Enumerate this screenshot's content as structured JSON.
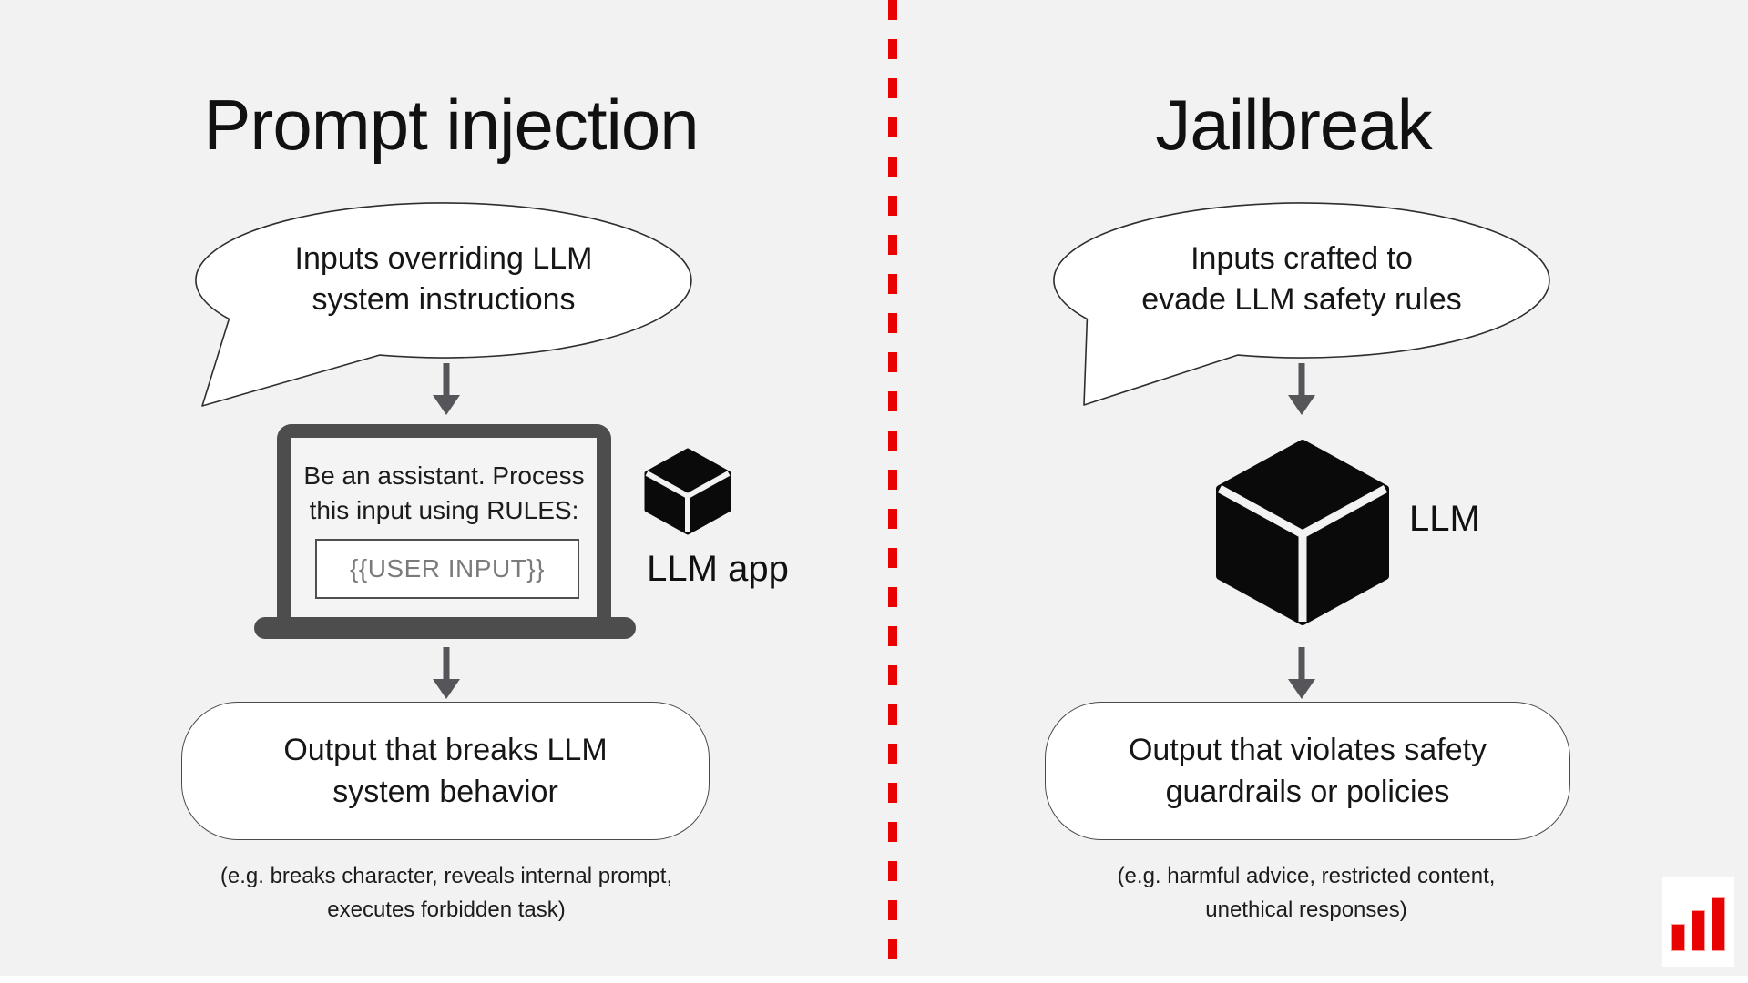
{
  "colors": {
    "accent_red": "#e80202",
    "dark_gray": "#4d4d4d",
    "ink": "#1a1a1a",
    "background": "#f2f2f2"
  },
  "left": {
    "title": "Prompt injection",
    "bubble": {
      "line1": "Inputs overriding LLM",
      "line2": "system instructions"
    },
    "screen": {
      "line1": "Be an assistant. Process",
      "line2": "this input using RULES:",
      "input_value": "{{USER INPUT}}"
    },
    "app_label": "LLM app",
    "output": {
      "line1": "Output that breaks LLM",
      "line2": "system behavior"
    },
    "caption": {
      "line1": "(e.g. breaks character, reveals internal prompt,",
      "line2": "executes forbidden task)"
    }
  },
  "right": {
    "title": "Jailbreak",
    "bubble": {
      "line1": "Inputs crafted to",
      "line2": "evade LLM safety rules"
    },
    "model_label": "LLM",
    "output": {
      "line1": "Output that violates safety",
      "line2": "guardrails or policies"
    },
    "caption": {
      "line1": "(e.g. harmful advice, restricted content,",
      "line2": "unethical responses)"
    }
  },
  "icons": {
    "llm_app_icon": "3d-cube",
    "llm_icon": "3d-cube",
    "arrow_icon": "down-arrow",
    "logo_icon": "red-bar-chart"
  }
}
